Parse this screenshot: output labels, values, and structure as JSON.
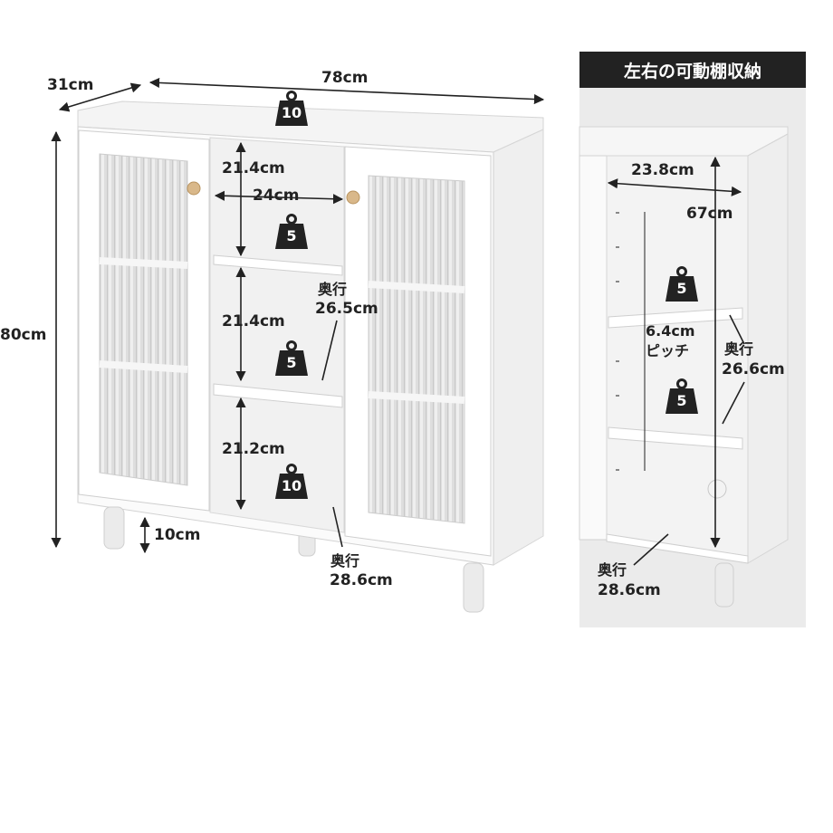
{
  "main": {
    "width_label": "78cm",
    "depth_label": "31cm",
    "height_label": "80cm",
    "legs_label": "10cm",
    "shelf_width_label": "24cm",
    "shelf_heights": [
      "21.4cm",
      "21.4cm",
      "21.2cm"
    ],
    "depth_mid_prefix": "奥行",
    "depth_mid_value": "26.5cm",
    "depth_bottom_prefix": "奥行",
    "depth_bottom_value": "28.6cm",
    "load_top": "10",
    "load_shelf_1": "5",
    "load_shelf_2": "5",
    "load_bottom": "10"
  },
  "inset": {
    "title": "左右の可動棚収納",
    "width_label": "23.8cm",
    "height_label": "67cm",
    "pitch_value": "6.4cm",
    "pitch_word": "ピッチ",
    "depth_mid_prefix": "奥行",
    "depth_mid_value": "26.6cm",
    "depth_bottom_prefix": "奥行",
    "depth_bottom_value": "28.6cm",
    "load_shelf_1": "5",
    "load_shelf_2": "5"
  },
  "colors": {
    "ink": "#222222",
    "cabinet": "#fafafa",
    "inset_bg": "#ebebeb",
    "glass": "#e3e3e3"
  }
}
